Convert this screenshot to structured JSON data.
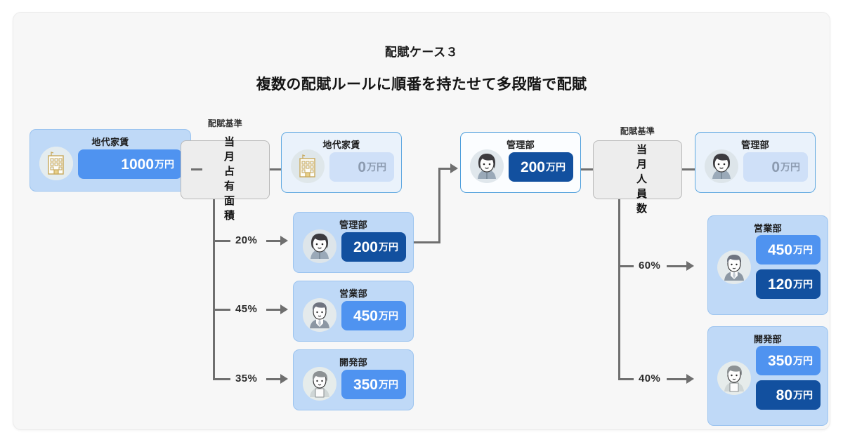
{
  "header": {
    "title": "配賦ケース３",
    "subtitle": "複数の配賦ルールに順番を持たせて多段階で配賦"
  },
  "colors": {
    "card_blue": "#bfd9f7",
    "card_pale": "#eaf2fb",
    "pill_mid": "#4f93f0",
    "pill_dark": "#12509f",
    "pill_ghost": "#cfe0f8",
    "wire": "#6f6f6f",
    "canvas": "#f7f7f7"
  },
  "stage1": {
    "source": {
      "label": "地代家賃",
      "icon": "building-icon",
      "amount": "1000",
      "unit": "万円"
    },
    "criteria": {
      "kicker": "配賦基準",
      "value": "当月占有面積"
    },
    "outputs": [
      {
        "label": "地代家賃",
        "icon": "building-icon",
        "amount": "0",
        "unit": "万円",
        "percent": ""
      },
      {
        "label": "管理部",
        "icon": "woman-dark-hair-icon",
        "amount": "200",
        "unit": "万円",
        "percent": "20%"
      },
      {
        "label": "営業部",
        "icon": "man-suit-icon",
        "amount": "450",
        "unit": "万円",
        "percent": "45%"
      },
      {
        "label": "開発部",
        "icon": "person-apron-icon",
        "amount": "350",
        "unit": "万円",
        "percent": "35%"
      }
    ]
  },
  "stage2": {
    "source": {
      "label": "管理部",
      "icon": "woman-dark-hair-icon",
      "amount": "200",
      "unit": "万円"
    },
    "criteria": {
      "kicker": "配賦基準",
      "value": "当月人員数"
    },
    "outputs": [
      {
        "label": "管理部",
        "icon": "woman-dark-hair-icon",
        "percent": "",
        "amount_a": "0",
        "unit_a": "万円",
        "amount_b": "",
        "unit_b": ""
      },
      {
        "label": "営業部",
        "icon": "man-suit-icon",
        "percent": "60%",
        "amount_a": "450",
        "unit_a": "万円",
        "amount_b": "120",
        "unit_b": "万円"
      },
      {
        "label": "開発部",
        "icon": "person-apron-icon",
        "percent": "40%",
        "amount_a": "350",
        "unit_a": "万円",
        "amount_b": "80",
        "unit_b": "万円"
      }
    ]
  }
}
